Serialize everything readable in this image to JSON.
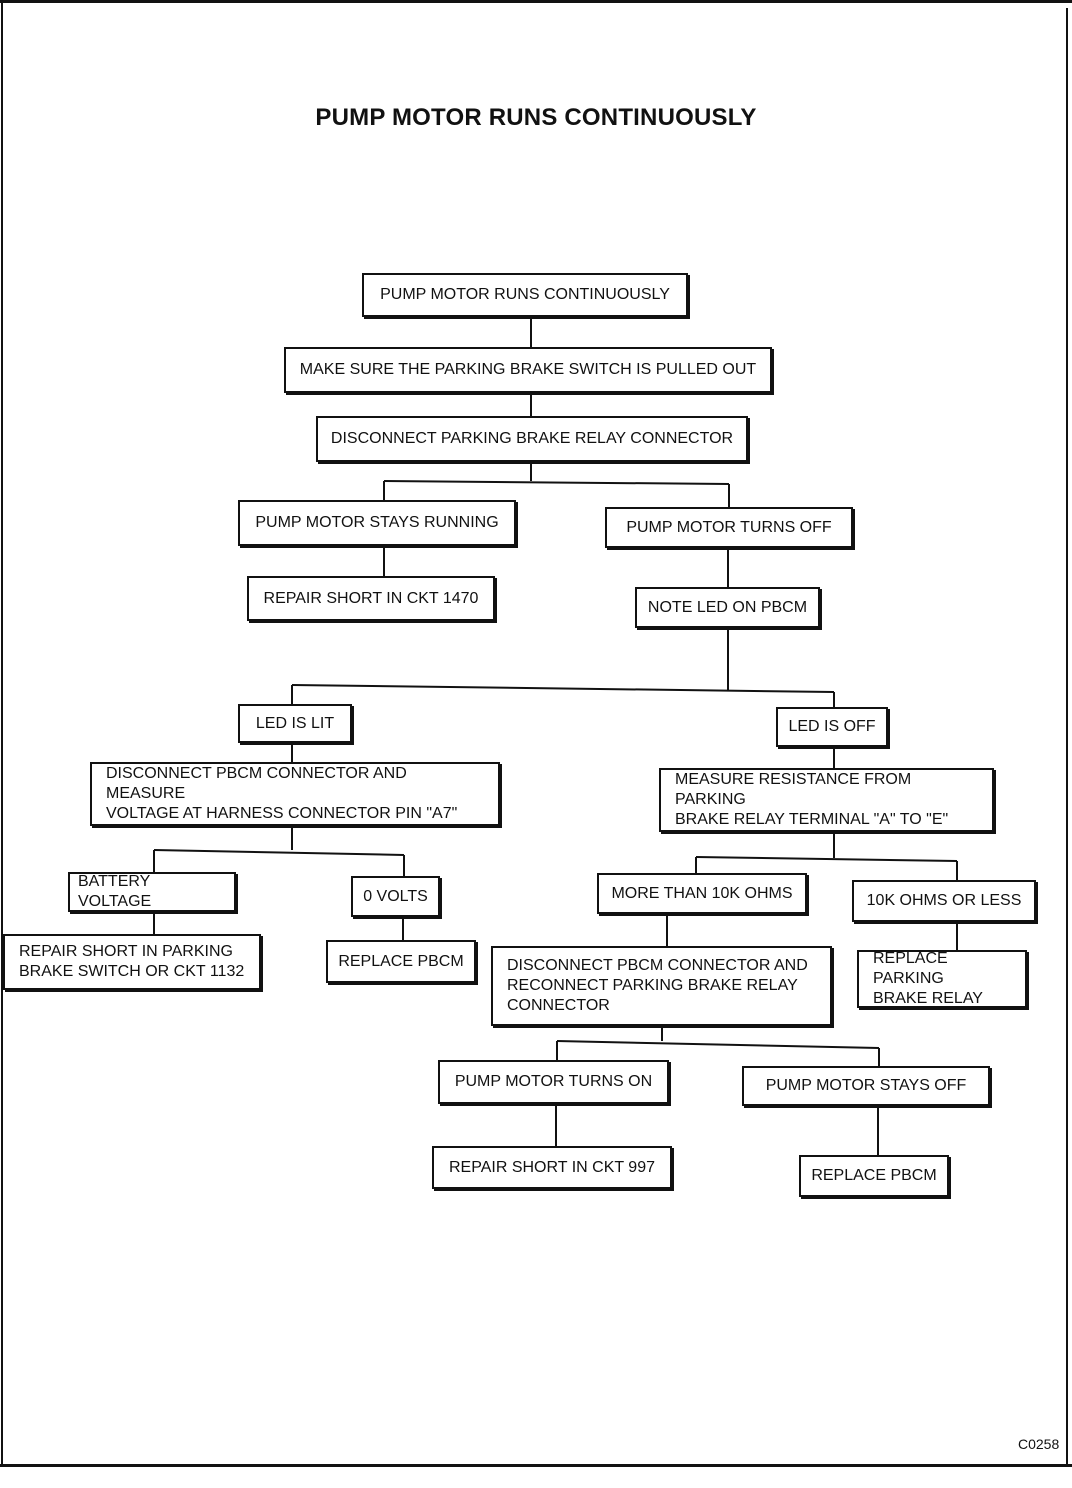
{
  "title": "PUMP MOTOR RUNS CONTINUOUSLY",
  "figure_code": "C0258",
  "nodes": {
    "start": "PUMP MOTOR RUNS CONTINUOUSLY",
    "check_switch": "MAKE SURE THE PARKING BRAKE SWITCH IS PULLED OUT",
    "disconnect_relay": "DISCONNECT PARKING BRAKE RELAY CONNECTOR",
    "stays_running": "PUMP MOTOR STAYS RUNNING",
    "repair_1470": "REPAIR SHORT IN CKT 1470",
    "turns_off": "PUMP MOTOR TURNS OFF",
    "note_led": "NOTE LED ON PBCM",
    "led_lit": "LED IS LIT",
    "measure_voltage": "DISCONNECT PBCM CONNECTOR AND MEASURE\nVOLTAGE AT HARNESS CONNECTOR PIN \"A7\"",
    "battery_voltage": "BATTERY VOLTAGE",
    "repair_1132": "REPAIR SHORT IN PARKING\nBRAKE SWITCH OR CKT 1132",
    "zero_volts": "0 VOLTS",
    "replace_pbcm_1": "REPLACE PBCM",
    "led_off": "LED IS OFF",
    "measure_resistance": "MEASURE RESISTANCE FROM PARKING\nBRAKE RELAY TERMINAL \"A\" TO \"E\"",
    "more_10k": "MORE THAN 10K OHMS",
    "reconnect": "DISCONNECT PBCM CONNECTOR AND\nRECONNECT PARKING BRAKE RELAY\nCONNECTOR",
    "turns_on": "PUMP MOTOR TURNS ON",
    "repair_997": "REPAIR SHORT IN CKT 997",
    "stays_off": "PUMP MOTOR STAYS OFF",
    "replace_pbcm_2": "REPLACE PBCM",
    "ohms_less": "10K OHMS OR LESS",
    "replace_relay": "REPLACE PARKING\nBRAKE RELAY"
  }
}
